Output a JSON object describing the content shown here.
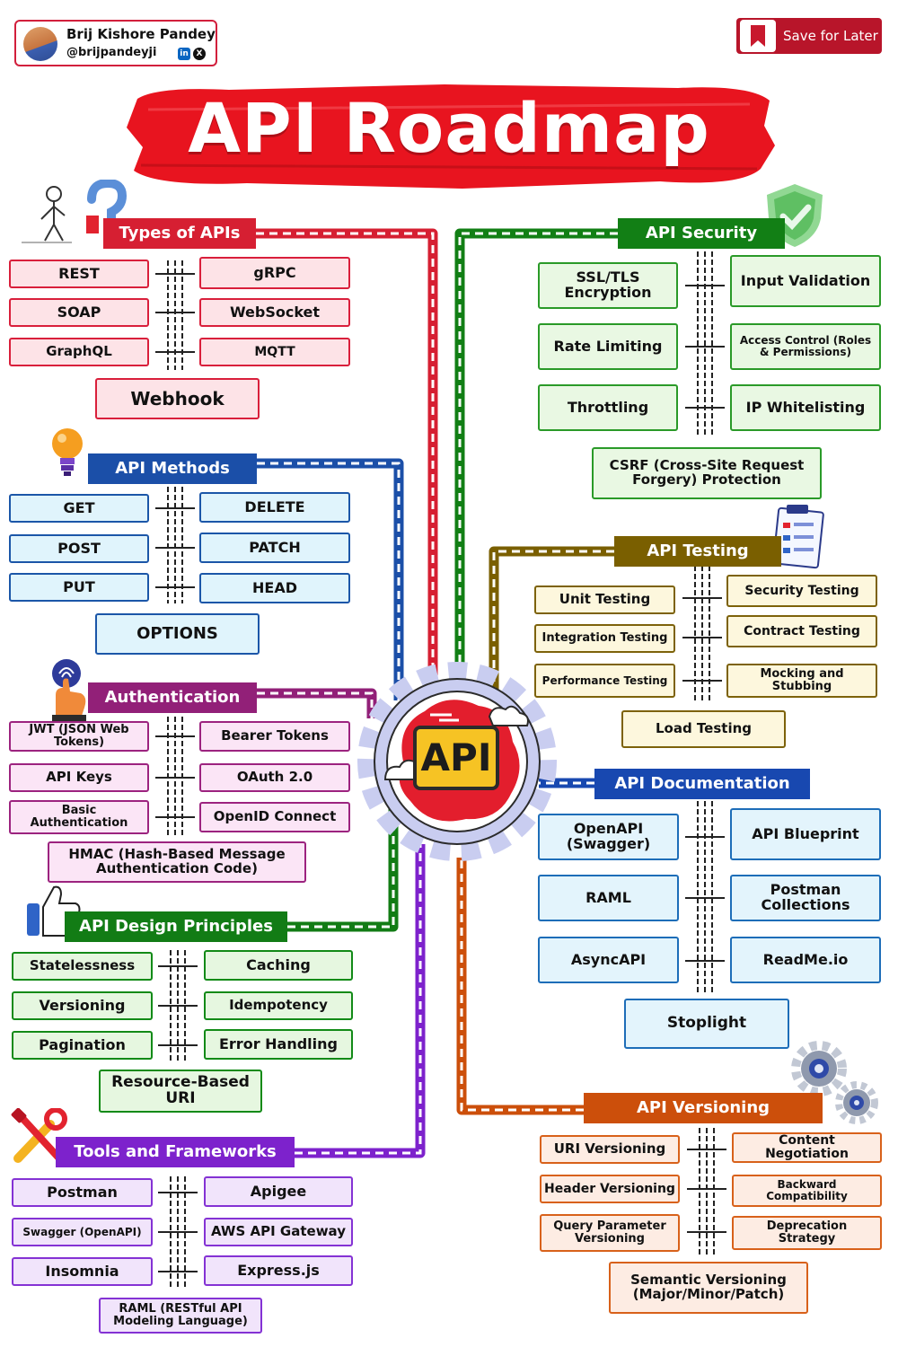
{
  "author": {
    "name": "Brij Kishore Pandey",
    "handle": "@brijpandeyji",
    "linkedin_glyph": "in",
    "x_glyph": "X"
  },
  "save_button": {
    "label": "Save for Later"
  },
  "title": "API Roadmap",
  "center_label": "API",
  "colors": {
    "red": "#d61f32",
    "blue": "#1b4fa8",
    "magenta": "#922078",
    "green": "#127c15",
    "purple": "#7d22cc",
    "security_green": "#127f15",
    "olive": "#7a5f00",
    "doc_blue": "#1848b0",
    "orange": "#cc4f0b",
    "gear": "#c9cdf0",
    "cloud": "#e31e2d"
  },
  "icons": [
    "person-question-icon",
    "question-mark-icon",
    "lightbulb-icon",
    "fingerprint-hand-icon",
    "thumbs-up-icon",
    "tools-icon",
    "shield-check-icon",
    "clipboard-icon",
    "gears-icon",
    "bookmark-icon",
    "cloud-icon"
  ],
  "sections": {
    "types": {
      "title": "Types of APIs",
      "items": [
        "REST",
        "gRPC",
        "SOAP",
        "WebSocket",
        "GraphQL",
        "MQTT"
      ],
      "extra": "Webhook"
    },
    "methods": {
      "title": "API Methods",
      "items": [
        "GET",
        "DELETE",
        "POST",
        "PATCH",
        "PUT",
        "HEAD"
      ],
      "extra": "OPTIONS"
    },
    "auth": {
      "title": "Authentication",
      "items": [
        "JWT (JSON Web Tokens)",
        "Bearer Tokens",
        "API Keys",
        "OAuth 2.0",
        "Basic Authentication",
        "OpenID Connect"
      ],
      "extra": "HMAC (Hash-Based Message Authentication Code)"
    },
    "design": {
      "title": "API Design Principles",
      "items": [
        "Statelessness",
        "Caching",
        "Versioning",
        "Idempotency",
        "Pagination",
        "Error Handling"
      ],
      "extra": "Resource-Based URI"
    },
    "tools": {
      "title": "Tools and Frameworks",
      "items": [
        "Postman",
        "Apigee",
        "Swagger (OpenAPI)",
        "AWS API Gateway",
        "Insomnia",
        "Express.js"
      ],
      "extra": "RAML (RESTful API Modeling Language)"
    },
    "security": {
      "title": "API Security",
      "items": [
        "SSL/TLS Encryption",
        "Input Validation",
        "Rate Limiting",
        "Access Control (Roles & Permissions)",
        "Throttling",
        "IP Whitelisting"
      ],
      "extra": "CSRF (Cross-Site Request Forgery) Protection"
    },
    "testing": {
      "title": "API Testing",
      "items": [
        "Unit Testing",
        "Security Testing",
        "Integration Testing",
        "Contract Testing",
        "Performance Testing",
        "Mocking and Stubbing"
      ],
      "extra": "Load Testing"
    },
    "docs": {
      "title": "API Documentation",
      "items": [
        "OpenAPI (Swagger)",
        "API Blueprint",
        "RAML",
        "Postman Collections",
        "AsyncAPI",
        "ReadMe.io"
      ],
      "extra": "Stoplight"
    },
    "versioning": {
      "title": "API Versioning",
      "items": [
        "URI Versioning",
        "Content Negotiation",
        "Header Versioning",
        "Backward Compatibility",
        "Query Parameter Versioning",
        "Deprecation Strategy"
      ],
      "extra": "Semantic Versioning (Major/Minor/Patch)"
    }
  }
}
